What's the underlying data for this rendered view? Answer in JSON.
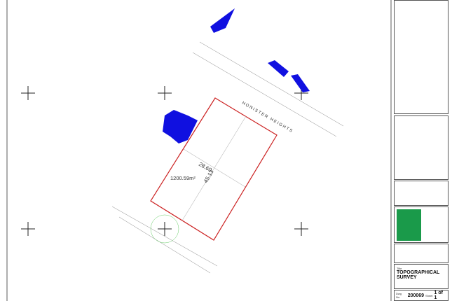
{
  "drawing": {
    "road_name": "HONISTER HEIGHTS",
    "width_dimension": "28.60",
    "length_dimension": "45.13",
    "area": "1200.59m²"
  },
  "title_block": {
    "title_label": "Title",
    "title": "TOPOGRAPHICAL SURVEY",
    "drawing_no_label": "Dwg No.",
    "drawing_no": "200069",
    "sheet_label": "Sheet",
    "sheet": "1 of 1"
  },
  "colors": {
    "boundary": "#cc2222",
    "building": "#1010e0",
    "logo": "#1a9a4a"
  }
}
